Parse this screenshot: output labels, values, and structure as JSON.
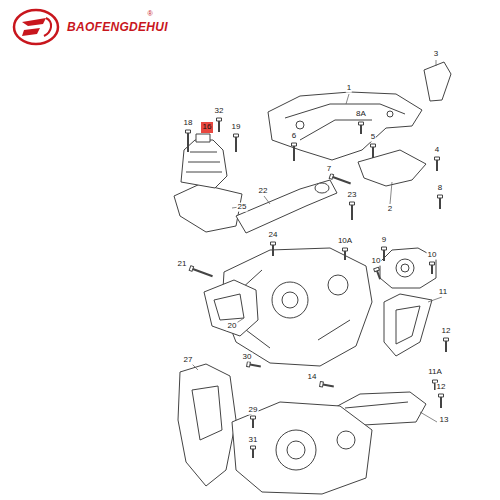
{
  "diagram": {
    "nodes": [
      {
        "text": [
          "16"
        ]
      }
    ],
    "labels": [
      "BAOFENGDEHUI",
      "®",
      "1",
      "8A",
      "3",
      "5",
      "4",
      "6",
      "7",
      "2",
      "8",
      "32",
      "18",
      "19",
      "22",
      "23",
      "25",
      "24",
      "10A",
      "9",
      "10",
      "21",
      "10",
      "11",
      "12",
      "20",
      "27",
      "30",
      "14",
      "11A",
      "12",
      "13",
      "29",
      "31"
    ]
  }
}
